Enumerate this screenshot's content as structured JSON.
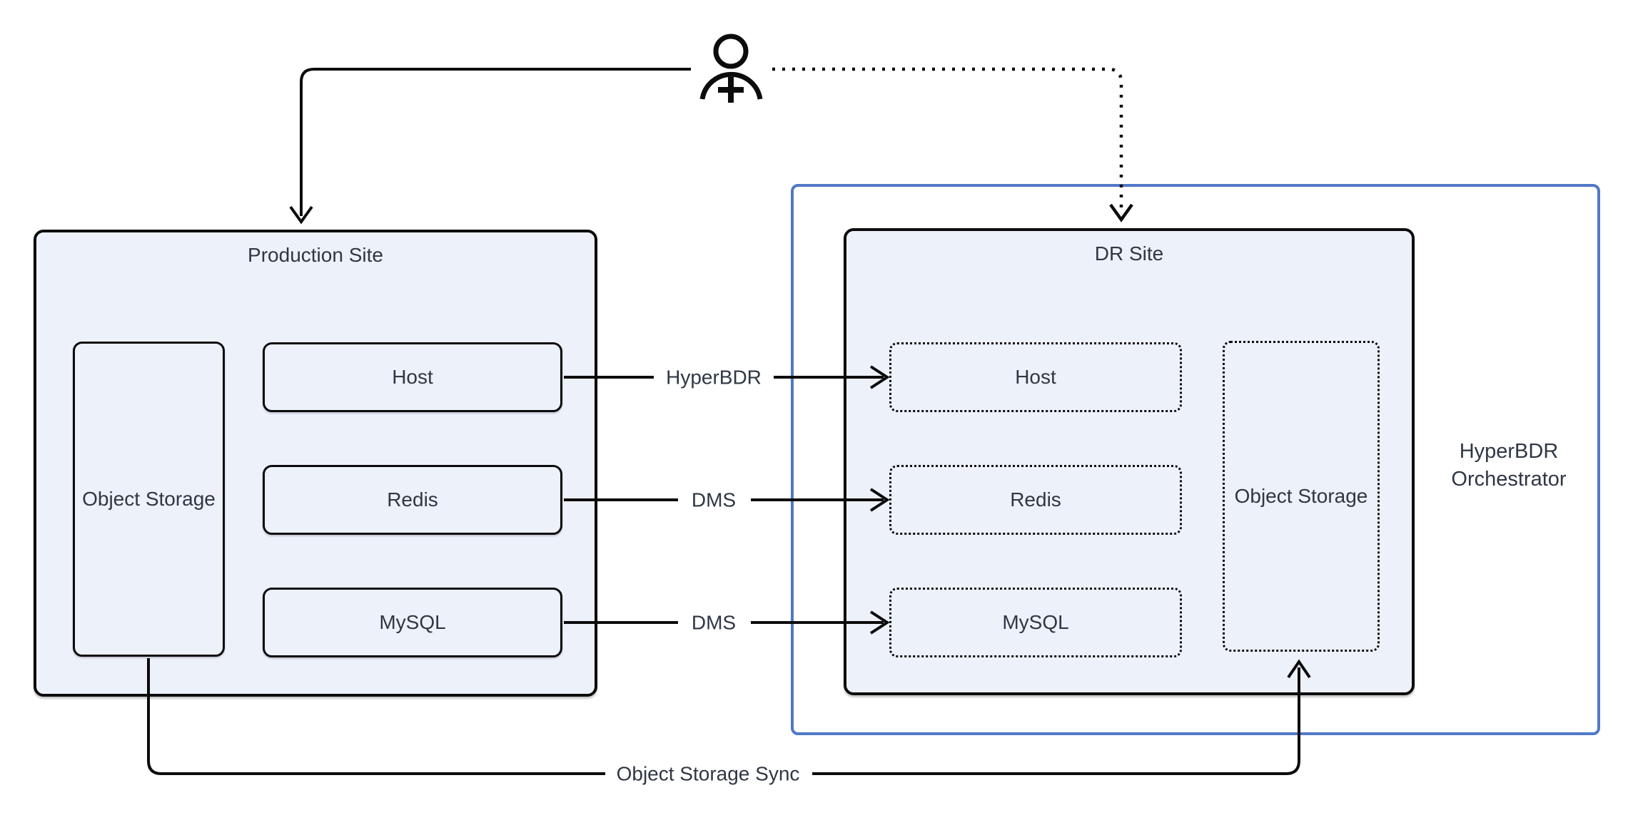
{
  "production": {
    "title": "Production Site",
    "object_storage": "Object Storage",
    "nodes": [
      "Host",
      "Redis",
      "MySQL"
    ]
  },
  "dr": {
    "title": "DR Site",
    "object_storage": "Object Storage",
    "nodes": [
      "Host",
      "Redis",
      "MySQL"
    ]
  },
  "orchestrator": {
    "line1": "HyperBDR",
    "line2": "Orchestrator"
  },
  "connectors": {
    "host_arrow_label": "HyperBDR",
    "redis_arrow_label": "DMS",
    "mysql_arrow_label": "DMS",
    "sync_label": "Object Storage Sync"
  },
  "icons": {
    "user": "user-plus-icon"
  },
  "colors": {
    "site_fill": "#edf1fa",
    "line": "#0c0c0c",
    "orchestrator_border": "#5078c8",
    "text": "#2f3744"
  }
}
